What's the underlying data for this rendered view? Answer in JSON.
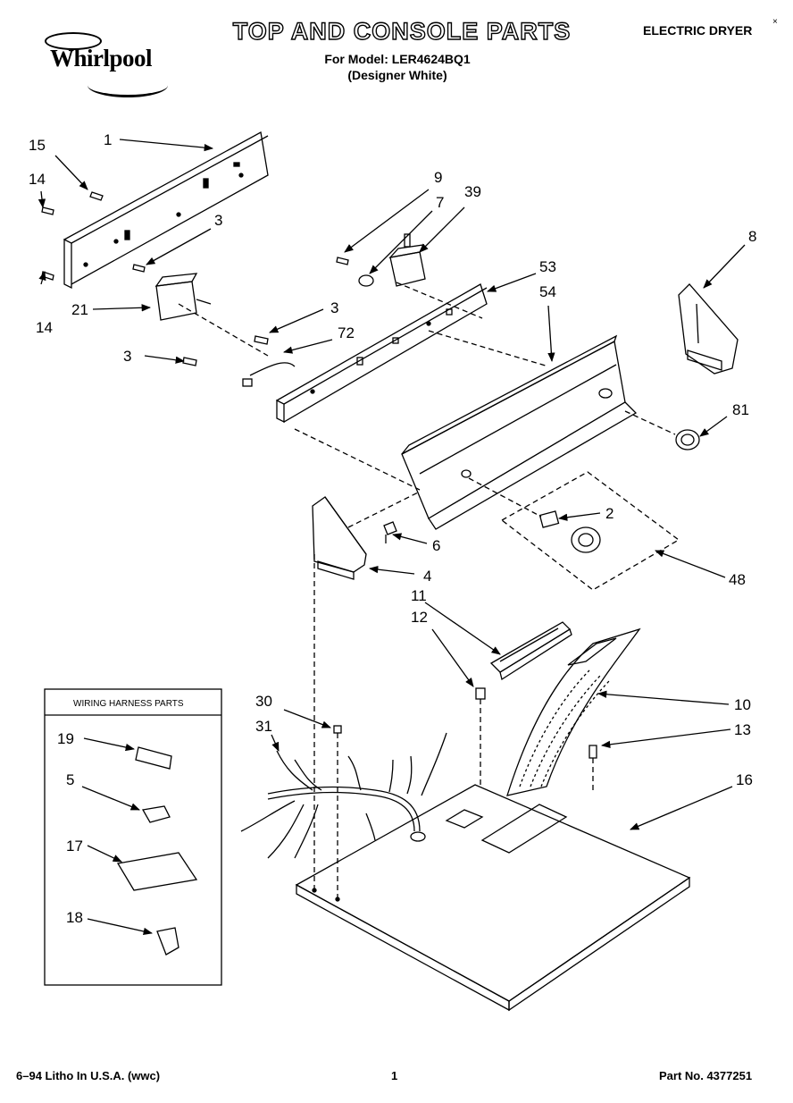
{
  "header": {
    "brand": "Whirlpool",
    "title": "TOP AND CONSOLE PARTS",
    "model_line": "For Model: LER4624BQ1",
    "color_line": "(Designer White)",
    "product": "ELECTRIC DRYER"
  },
  "wiring_box": {
    "title": "WIRING HARNESS PARTS"
  },
  "callouts": [
    "1",
    "15",
    "14",
    "14",
    "3",
    "21",
    "3",
    "72",
    "3",
    "9",
    "7",
    "39",
    "53",
    "54",
    "8",
    "81",
    "2",
    "6",
    "4",
    "48",
    "11",
    "12",
    "10",
    "13",
    "16",
    "30",
    "31",
    "19",
    "5",
    "17",
    "18"
  ],
  "footer": {
    "litho": "6–94 Litho In U.S.A. (wwc)",
    "page": "1",
    "part_no": "Part No. 4377251"
  }
}
